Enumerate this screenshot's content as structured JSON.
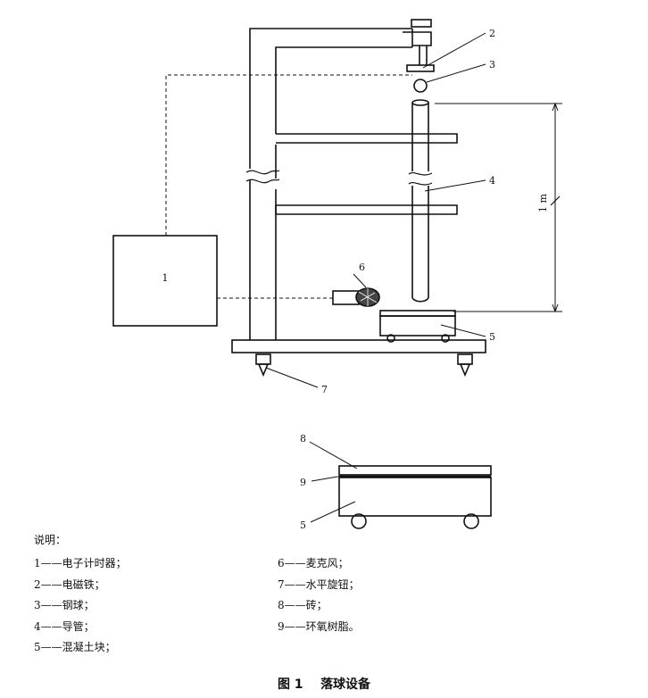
{
  "diagram": {
    "callouts": [
      "1",
      "2",
      "3",
      "4",
      "5",
      "6",
      "7"
    ],
    "detail_callouts": [
      "8",
      "9",
      "5"
    ],
    "height_label": "1 m"
  },
  "legend": {
    "title": "说明：",
    "left": [
      {
        "num": "1",
        "dash": "——",
        "text": "电子计时器；"
      },
      {
        "num": "2",
        "dash": "——",
        "text": "电磁铁；"
      },
      {
        "num": "3",
        "dash": "——",
        "text": "钢球；"
      },
      {
        "num": "4",
        "dash": "——",
        "text": "导管；"
      },
      {
        "num": "5",
        "dash": "——",
        "text": "混凝土块；"
      }
    ],
    "right": [
      {
        "num": "6",
        "dash": "——",
        "text": "麦克风；"
      },
      {
        "num": "7",
        "dash": "——",
        "text": "水平旋钮；"
      },
      {
        "num": "8",
        "dash": "——",
        "text": "砖；"
      },
      {
        "num": "9",
        "dash": "——",
        "text": "环氧树脂。"
      }
    ]
  },
  "caption": {
    "label": "图 1",
    "title": "落球设备"
  },
  "colors": {
    "line": "#111111",
    "background": "#ffffff"
  }
}
